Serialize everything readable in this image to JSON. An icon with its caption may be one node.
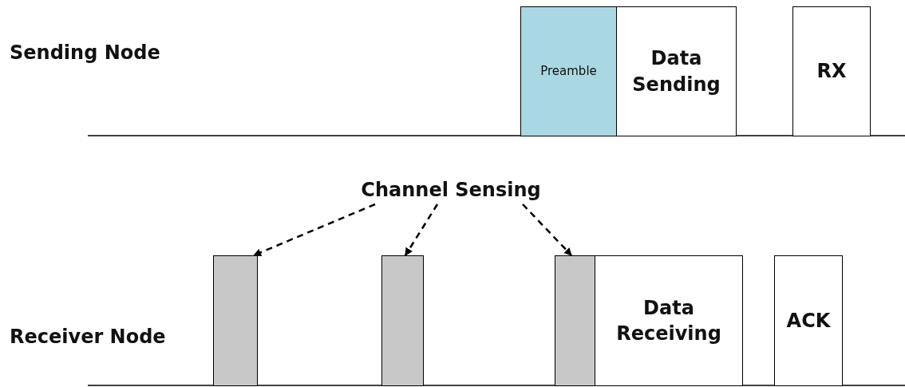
{
  "diagram": {
    "nodes": [
      {
        "text": [
          "Preamble"
        ]
      },
      {
        "text": [
          "Data Sending"
        ]
      },
      {
        "text": [
          "RX"
        ]
      },
      {
        "text": [
          "Channel Sensing"
        ]
      },
      {
        "text": [],
        "shape": "box"
      },
      {
        "text": [],
        "shape": "box"
      },
      {
        "text": [],
        "shape": "box"
      },
      {
        "text": [
          "Data Receiving"
        ]
      },
      {
        "text": [
          "ACK"
        ]
      }
    ],
    "edges": [
      {
        "from": 3,
        "to": 4,
        "arrow": "to",
        "style": "dashed"
      },
      {
        "from": 3,
        "to": 5,
        "arrow": "to",
        "style": "dashed"
      },
      {
        "from": 3,
        "to": 6,
        "arrow": "to",
        "style": "dashed"
      }
    ],
    "labels": [
      "Sending Node",
      "Receiver Node"
    ]
  }
}
